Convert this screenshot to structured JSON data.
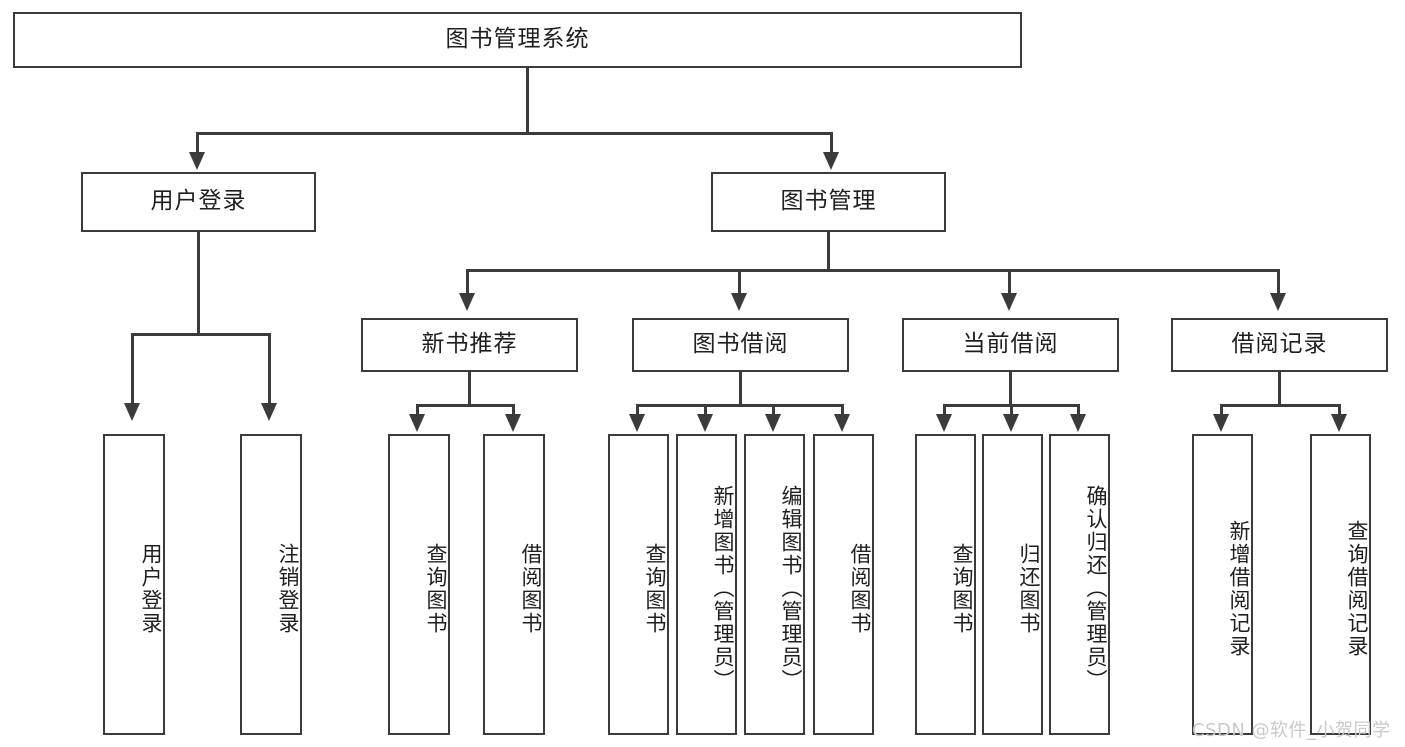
{
  "diagram": {
    "title_node": {
      "label": "图书管理系统"
    },
    "level1": [
      {
        "id": "user-login",
        "label": "用户登录"
      },
      {
        "id": "book-management",
        "label": "图书管理"
      }
    ],
    "level2": [
      {
        "id": "new-book-recommend",
        "label": "新书推荐"
      },
      {
        "id": "book-borrow",
        "label": "图书借阅"
      },
      {
        "id": "current-borrow",
        "label": "当前借阅"
      },
      {
        "id": "borrow-record",
        "label": "借阅记录"
      }
    ],
    "leaves": {
      "user_login": [
        {
          "id": "leaf-user-login",
          "label": "用户登录"
        },
        {
          "id": "leaf-logout-login",
          "label": "注销登录"
        }
      ],
      "new_book_recommend": [
        {
          "id": "leaf-query-book-1",
          "label": "查询图书"
        },
        {
          "id": "leaf-borrow-book-1",
          "label": "借阅图书"
        }
      ],
      "book_borrow": [
        {
          "id": "leaf-query-book-2",
          "label": "查询图书"
        },
        {
          "id": "leaf-add-book",
          "label": "新增图书（管理员）"
        },
        {
          "id": "leaf-edit-book",
          "label": "编辑图书（管理员）"
        },
        {
          "id": "leaf-borrow-book-2",
          "label": "借阅图书"
        }
      ],
      "current_borrow": [
        {
          "id": "leaf-query-book-3",
          "label": "查询图书"
        },
        {
          "id": "leaf-return-book",
          "label": "归还图书"
        },
        {
          "id": "leaf-confirm-return",
          "label": "确认归还（管理员）"
        }
      ],
      "borrow_record": [
        {
          "id": "leaf-add-record",
          "label": "新增借阅记录"
        },
        {
          "id": "leaf-query-record",
          "label": "查询借阅记录"
        }
      ]
    },
    "watermark": "CSDN @软件_小贺同学",
    "colors": {
      "stroke": "#3b3b3b",
      "text": "#1f1f1f",
      "background": "#ffffff",
      "watermark": "#c9c9c9"
    }
  }
}
